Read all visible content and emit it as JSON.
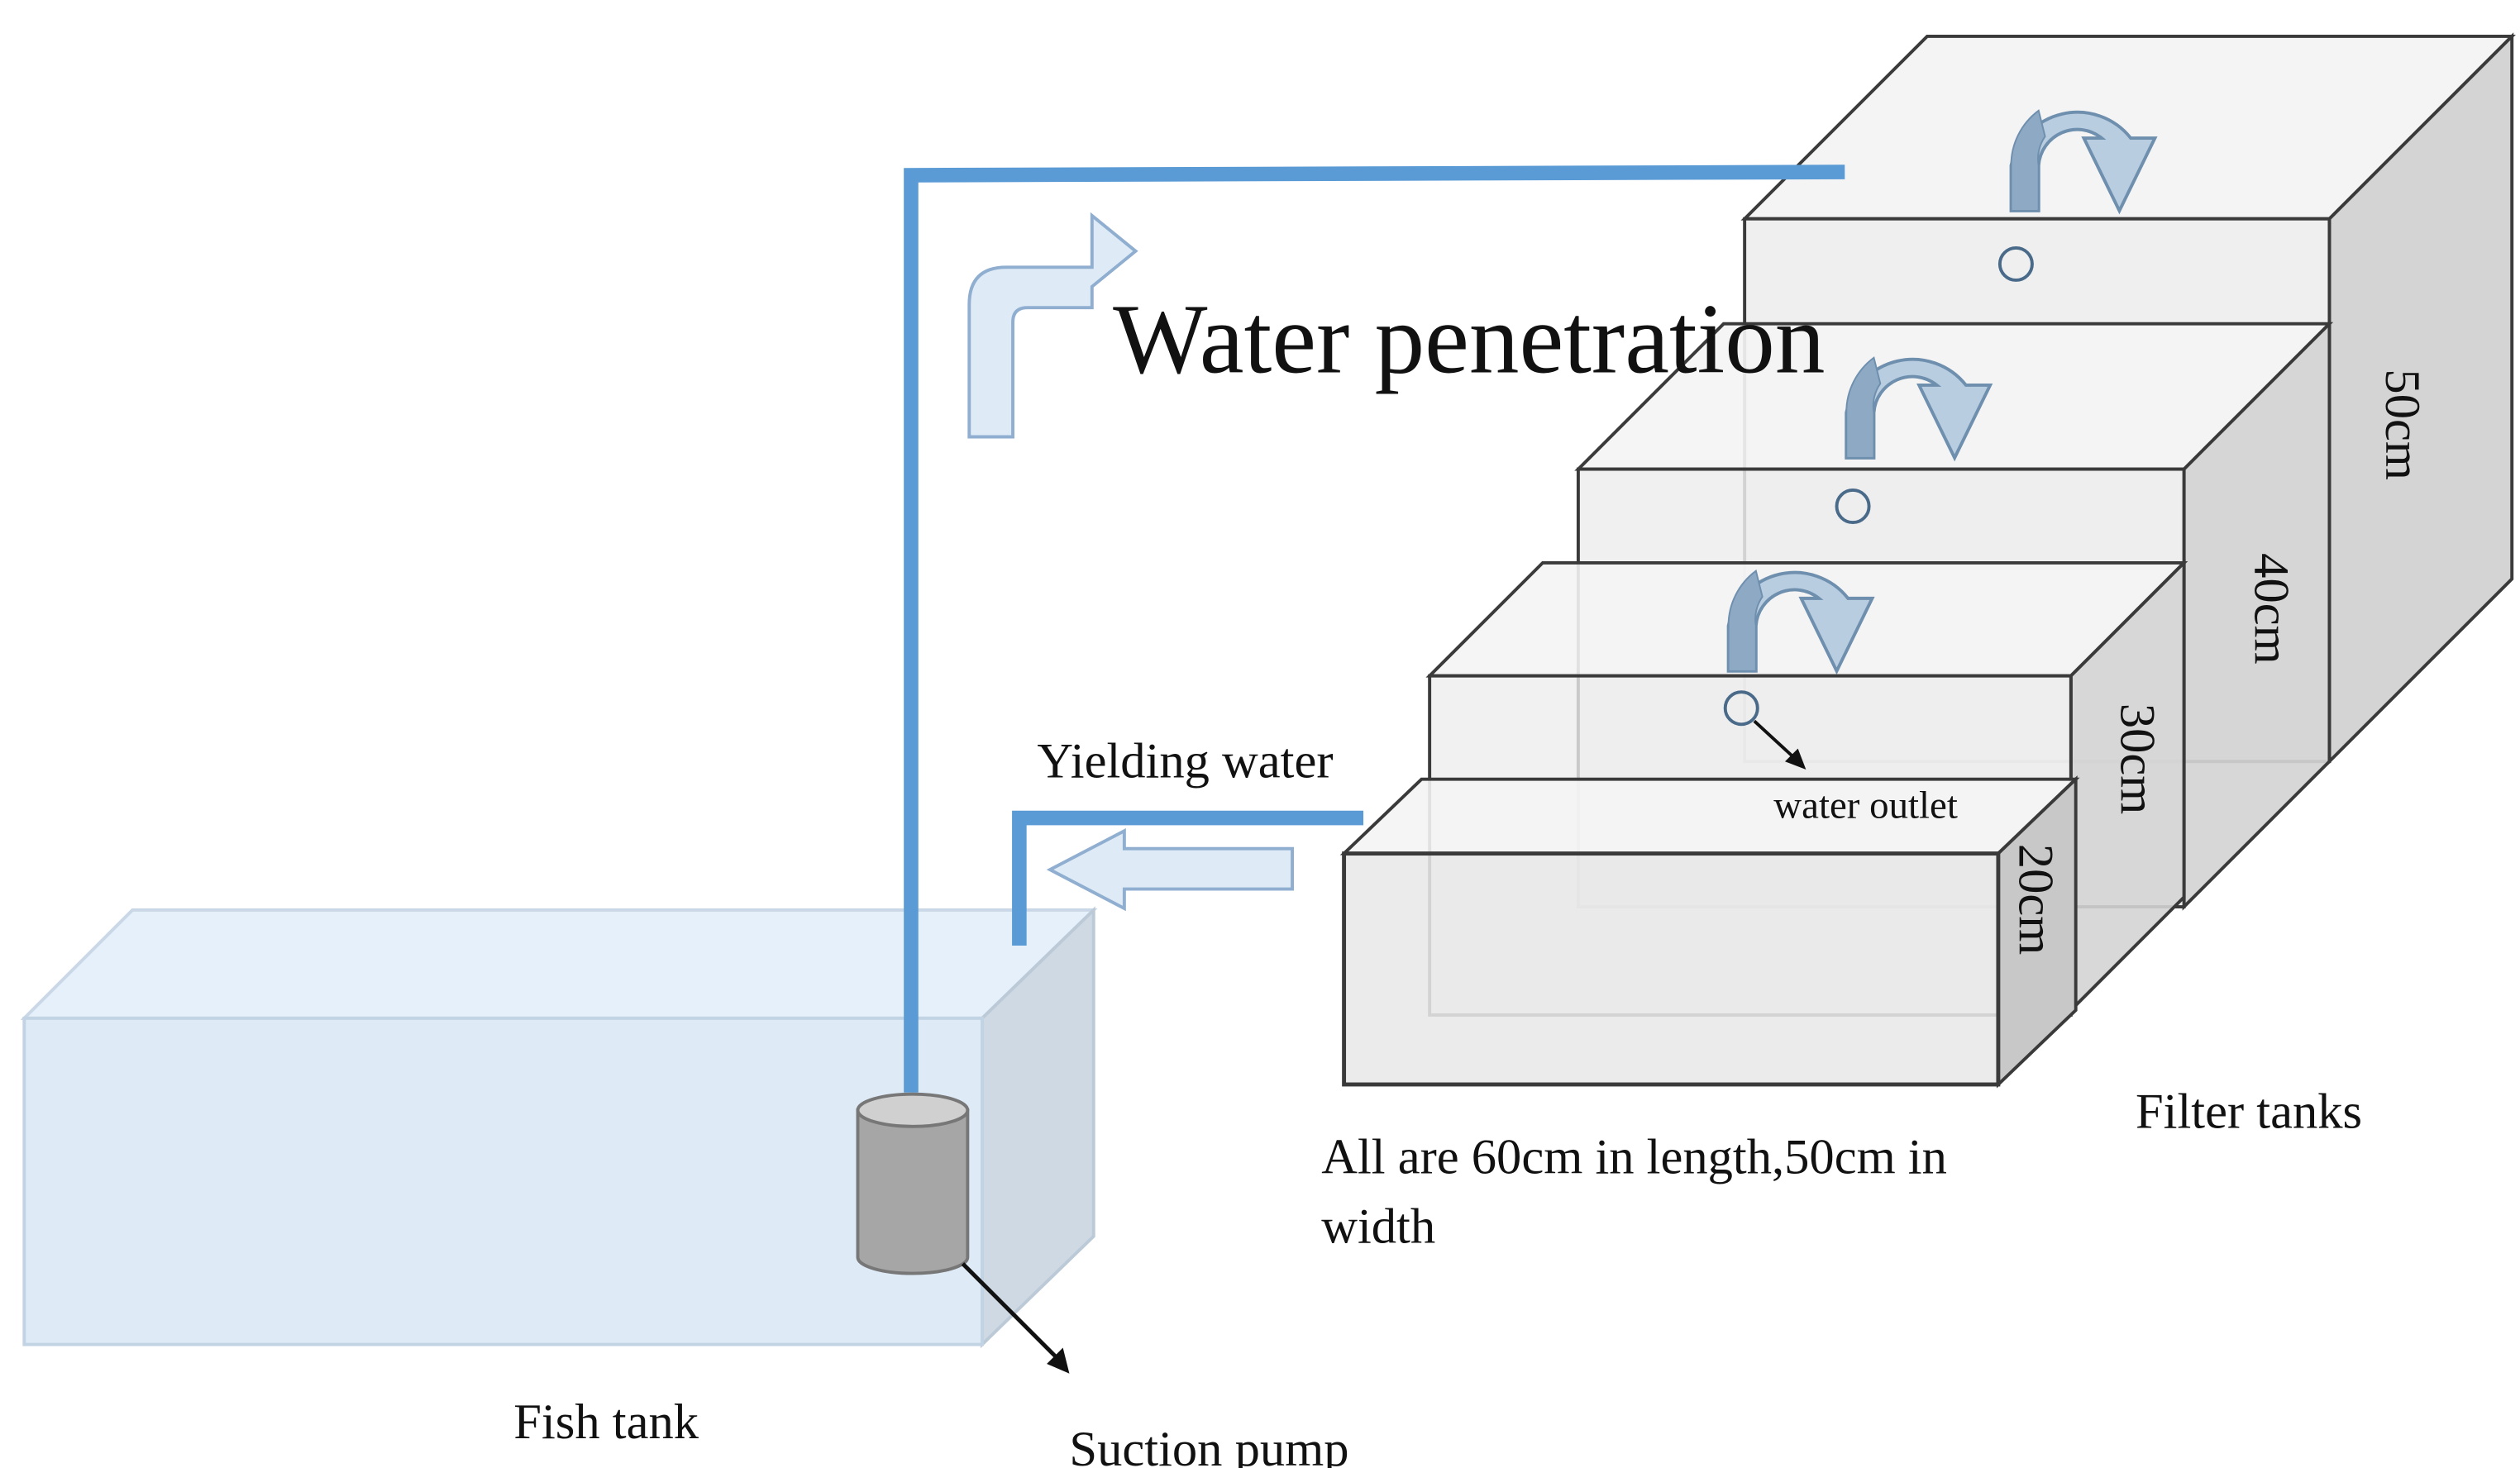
{
  "labels": {
    "water_penetration": "Water penetration",
    "yielding_water": "Yielding water",
    "water_outlet": "water outlet",
    "filter_tanks": "Filter tanks",
    "dimensions_line1": "All are 60cm in length,50cm in",
    "dimensions_line2": "width",
    "fish_tank": "Fish tank",
    "suction_pump": "Suction pump"
  },
  "tank_heights": {
    "tank1": "20cm",
    "tank2": "30cm",
    "tank3": "40cm",
    "tank4": "50cm"
  },
  "colors": {
    "pipe": "#5b9bd5",
    "fish_tank_front": "#deebf7",
    "fish_tank_side": "#cfd9e3",
    "filter_front": "#ececec",
    "filter_side": "#d4d4d4",
    "flow_arrow_fill": "#deebf7",
    "flow_arrow_stroke": "#8faed0",
    "circ_arrow_fill": "#8da9c4",
    "pump_body": "#a6a6a6",
    "outline": "#3a3a3a"
  }
}
